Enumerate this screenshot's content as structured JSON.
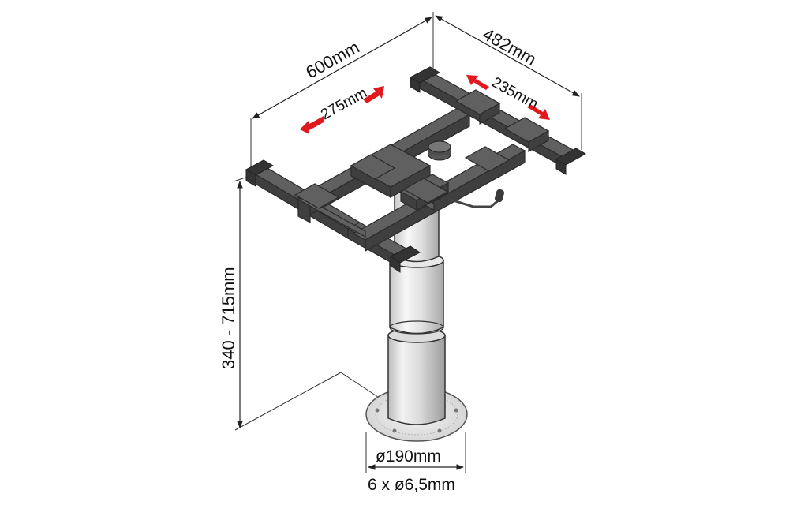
{
  "dimensions": {
    "width": "600mm",
    "depth": "482mm",
    "slide_x": "275mm",
    "slide_y": "235mm",
    "height": "340 - 715mm",
    "base_diameter": "ø190mm",
    "holes": "6 x ø6,5mm"
  },
  "colors": {
    "frame": "#4a4a4a",
    "column": "#e6e6e6",
    "arrow": "#e0191e",
    "line": "#222222"
  }
}
